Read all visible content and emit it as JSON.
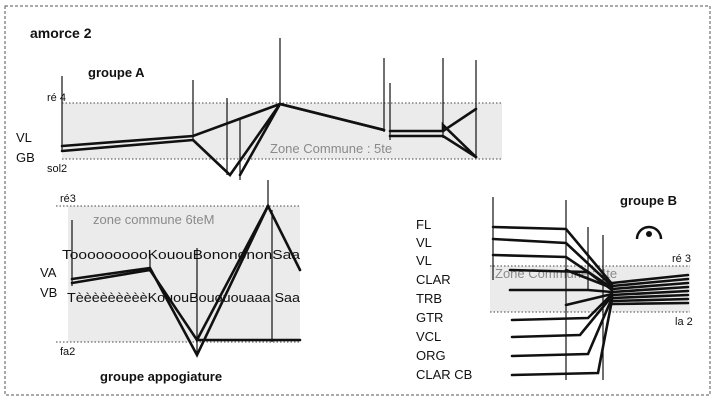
{
  "title": "amorce 2",
  "groupA": {
    "label": "groupe A",
    "instruments": [
      "VL",
      "GB"
    ],
    "top_pitch": "ré 4",
    "bottom_pitch": "sol2",
    "zone_label": "Zone Commune : 5te"
  },
  "groupApp": {
    "label": "groupe appogiature",
    "instruments": [
      "VA",
      "VB"
    ],
    "top_pitch": "ré3",
    "bottom_pitch": "fa2",
    "zone_label": "zone commune 6teM",
    "syllables_1": "ToooooooooKououBononononSaa",
    "syllables_2": "TèèèèèèèèèKououBouououaaa Saa"
  },
  "groupB": {
    "label": "groupe B",
    "instruments": [
      "FL",
      "VL",
      "VL",
      "CLAR",
      "TRB",
      "GTR",
      "VCL",
      "ORG",
      "CLAR CB"
    ],
    "top_pitch": "ré 3",
    "bottom_pitch": "la 2",
    "zone_label": "Zone Commune : 4te",
    "fermata": "fermata-icon"
  }
}
